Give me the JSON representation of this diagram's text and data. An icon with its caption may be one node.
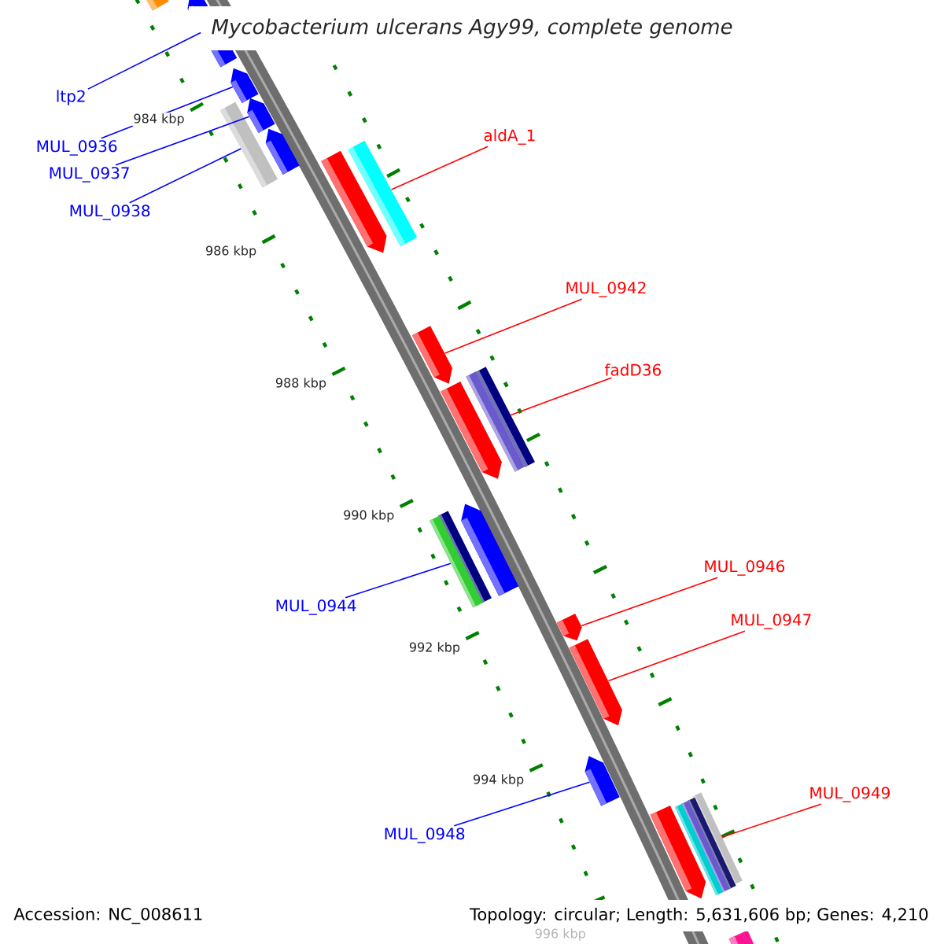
{
  "diagram": {
    "title": "Mycobacterium ulcerans Agy99, complete genome",
    "nodes": [
      {
        "text": [
          "ltp2"
        ]
      },
      {
        "text": [
          "aldA_1"
        ]
      },
      {
        "text": [
          "MUL_0936"
        ]
      },
      {
        "text": [
          "MUL_0937"
        ]
      },
      {
        "text": [
          "MUL_0938"
        ]
      },
      {
        "text": [
          "MUL_0942"
        ]
      },
      {
        "text": [
          "fadD36"
        ]
      },
      {
        "text": [
          "MUL_0946"
        ]
      },
      {
        "text": [
          "MUL_0944"
        ]
      },
      {
        "text": [
          "MUL_0947"
        ]
      },
      {
        "text": [
          "MUL_0949"
        ]
      },
      {
        "text": [
          "MUL_0948"
        ]
      },
      {
        "text": [],
        "shape": "bar"
      },
      {
        "text": [],
        "shape": "bar"
      },
      {
        "text": [],
        "shape": "bar"
      },
      {
        "text": [],
        "shape": "bar"
      },
      {
        "text": [],
        "shape": "bar"
      },
      {
        "text": [],
        "shape": "bar"
      },
      {
        "text": [],
        "shape": "bar"
      },
      {
        "text": [],
        "shape": "bar"
      },
      {
        "text": [],
        "shape": "bar"
      },
      {
        "text": [],
        "shape": "bar"
      },
      {
        "text": [],
        "shape": "bar"
      },
      {
        "text": [],
        "shape": "bar"
      },
      {
        "text": [],
        "shape": "bar"
      },
      {
        "text": [],
        "shape": "bar"
      },
      {
        "text": [],
        "shape": "bar"
      },
      {
        "text": [],
        "shape": "bar"
      },
      {
        "text": [],
        "shape": "bar"
      },
      {
        "text": [],
        "shape": "bar"
      },
      {
        "text": [],
        "shape": "bar"
      },
      {
        "text": [],
        "shape": "bar"
      },
      {
        "text": [],
        "shape": "bar"
      },
      {
        "text": [],
        "shape": "bar"
      },
      {
        "text": [],
        "shape": "bar"
      },
      {
        "text": [],
        "shape": "bar"
      }
    ],
    "edges": [
      {
        "from": 0,
        "to": 13,
        "arrow": "none",
        "color": "#0000ff"
      },
      {
        "from": 1,
        "to": 18,
        "arrow": "none",
        "color": "#ff0000"
      },
      {
        "from": 2,
        "to": 14,
        "arrow": "none",
        "color": "#0000ff"
      },
      {
        "from": 3,
        "to": 15,
        "arrow": "none",
        "color": "#0000ff"
      },
      {
        "from": 4,
        "to": 16,
        "arrow": "none",
        "color": "#0000ff"
      },
      {
        "from": 5,
        "to": 20,
        "arrow": "none",
        "color": "#ff0000"
      },
      {
        "from": 6,
        "to": 21,
        "arrow": "none",
        "color": "#ff0000"
      },
      {
        "from": 7,
        "to": 27,
        "arrow": "none",
        "color": "#ff0000"
      },
      {
        "from": 8,
        "to": 26,
        "arrow": "none",
        "color": "#0000ff"
      },
      {
        "from": 9,
        "to": 28,
        "arrow": "none",
        "color": "#ff0000"
      },
      {
        "from": 10,
        "to": 30,
        "arrow": "none",
        "color": "#ff0000"
      },
      {
        "from": 11,
        "to": 29,
        "arrow": "none",
        "color": "#0000ff"
      }
    ],
    "labels": [
      "984 kbp",
      "986 kbp",
      "988 kbp",
      "990 kbp",
      "992 kbp",
      "994 kbp",
      "996 kbp",
      "Accession: NC_008611",
      "Topology: circular; Length: 5,631,606 bp; Genes: 4,210"
    ]
  }
}
